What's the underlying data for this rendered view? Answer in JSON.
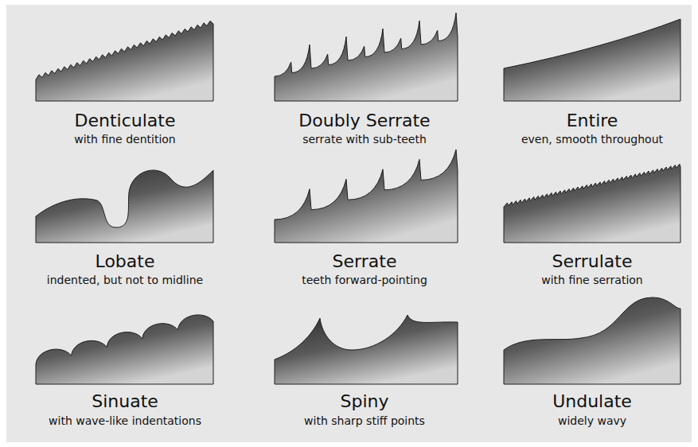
{
  "diagram": {
    "labels": [
      "Denticulate",
      "with fine dentition",
      "Doubly Serrate",
      "serrate with sub-teeth",
      "Entire",
      "even, smooth throughout",
      "Lobate",
      "indented, but not to midline",
      "Serrate",
      "teeth forward-pointing",
      "Serrulate",
      "with fine serration",
      "Sinuate",
      "with wave-like indentations",
      "Spiny",
      "with sharp stiff points",
      "Undulate",
      "widely wavy"
    ]
  }
}
